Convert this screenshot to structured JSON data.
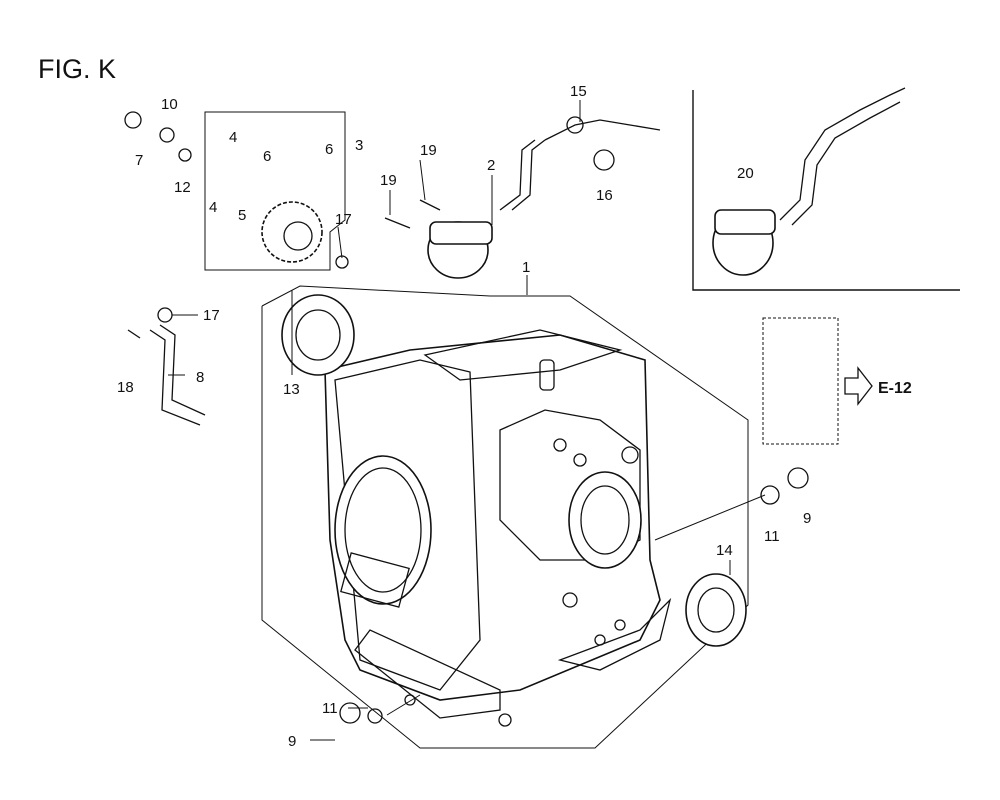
{
  "figure": {
    "title": "FIG. K"
  },
  "reference": {
    "label": "E-12"
  },
  "callouts": [
    {
      "id": "c1",
      "text": "1"
    },
    {
      "id": "c2",
      "text": "2"
    },
    {
      "id": "c3",
      "text": "3"
    },
    {
      "id": "c4a",
      "text": "4"
    },
    {
      "id": "c4b",
      "text": "4"
    },
    {
      "id": "c5",
      "text": "5"
    },
    {
      "id": "c6a",
      "text": "6"
    },
    {
      "id": "c6b",
      "text": "6"
    },
    {
      "id": "c7",
      "text": "7"
    },
    {
      "id": "c8",
      "text": "8"
    },
    {
      "id": "c9a",
      "text": "9"
    },
    {
      "id": "c9b",
      "text": "9"
    },
    {
      "id": "c10",
      "text": "10"
    },
    {
      "id": "c11a",
      "text": "11"
    },
    {
      "id": "c11b",
      "text": "11"
    },
    {
      "id": "c12",
      "text": "12"
    },
    {
      "id": "c13",
      "text": "13"
    },
    {
      "id": "c14",
      "text": "14"
    },
    {
      "id": "c15",
      "text": "15"
    },
    {
      "id": "c16",
      "text": "16"
    },
    {
      "id": "c17a",
      "text": "17"
    },
    {
      "id": "c17b",
      "text": "17"
    },
    {
      "id": "c18",
      "text": "18"
    },
    {
      "id": "c19a",
      "text": "19"
    },
    {
      "id": "c19b",
      "text": "19"
    },
    {
      "id": "c20",
      "text": "20"
    }
  ]
}
